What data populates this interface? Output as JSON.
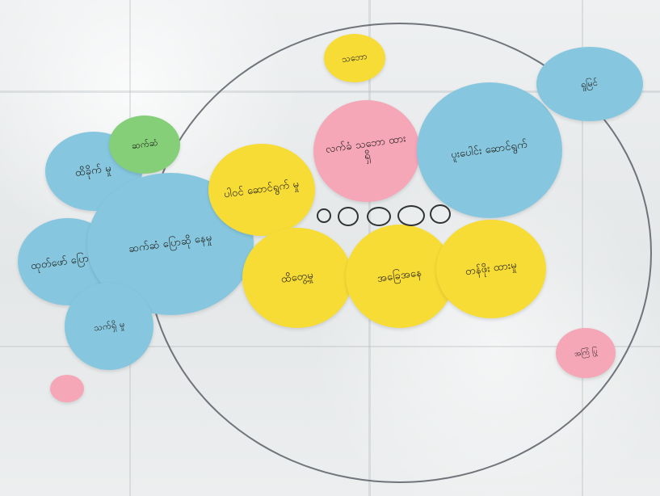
{
  "notes": [
    {
      "id": "tl-1",
      "text": "ထိခိုက် မှု",
      "color": "blue"
    },
    {
      "id": "tl-2",
      "text": "ဆက်ဆံ",
      "color": "green"
    },
    {
      "id": "l-1",
      "text": "ထုတ်ဖော် ပြောဆိုမှု",
      "color": "blue"
    },
    {
      "id": "l-2",
      "text": "ဆက်ဆံ ပြောဆို နေမှု",
      "color": "blue"
    },
    {
      "id": "l-3",
      "text": "သက်ရှိ မှု",
      "color": "blue"
    },
    {
      "id": "c-1",
      "text": "ပါဝင် ဆောင်ရွက် မှု",
      "color": "yellow"
    },
    {
      "id": "c-2",
      "text": "ထိတွေ့မှု",
      "color": "yellow"
    },
    {
      "id": "top",
      "text": "သဘော",
      "color": "yellow"
    },
    {
      "id": "p-1",
      "text": "လက်ခံ သဘော ထား ရှိ",
      "color": "pink"
    },
    {
      "id": "r-1",
      "text": "ပူးပေါင်း ဆောင်ရွက်",
      "color": "blue"
    },
    {
      "id": "r-2",
      "text": "ရှုမြင်",
      "color": "blue"
    },
    {
      "id": "c-3",
      "text": "အခြေအနေ",
      "color": "yellow"
    },
    {
      "id": "c-4",
      "text": "တန်ဖိုး ထားမှု",
      "color": "yellow"
    },
    {
      "id": "br-1",
      "text": "အကြံ ပြု",
      "color": "pink"
    },
    {
      "id": "dot",
      "text": "",
      "color": "pink"
    }
  ]
}
